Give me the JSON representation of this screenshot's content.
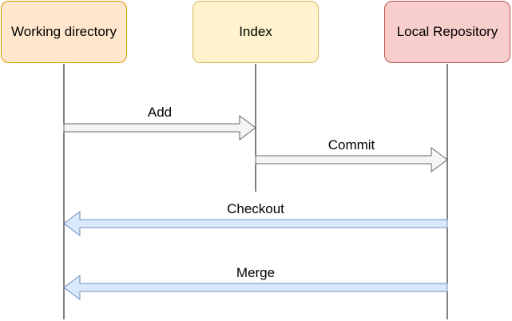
{
  "participants": [
    {
      "label": "Working directory",
      "fill": "#ffe6cc",
      "stroke": "#d79b00"
    },
    {
      "label": "Index",
      "fill": "#fff2cc",
      "stroke": "#d6b656"
    },
    {
      "label": "Local Repository",
      "fill": "#f8cecc",
      "stroke": "#b85450"
    }
  ],
  "messages": [
    {
      "label": "Add",
      "from": "Working directory",
      "to": "Index",
      "fill": "#f5f5f5",
      "stroke": "#666666"
    },
    {
      "label": "Commit",
      "from": "Index",
      "to": "Local Repository",
      "fill": "#f5f5f5",
      "stroke": "#666666"
    },
    {
      "label": "Checkout",
      "from": "Local Repository",
      "to": "Working directory",
      "fill": "#dae8fc",
      "stroke": "#6c8ebf"
    },
    {
      "label": "Merge",
      "from": "Local Repository",
      "to": "Working directory",
      "fill": "#dae8fc",
      "stroke": "#6c8ebf"
    }
  ]
}
